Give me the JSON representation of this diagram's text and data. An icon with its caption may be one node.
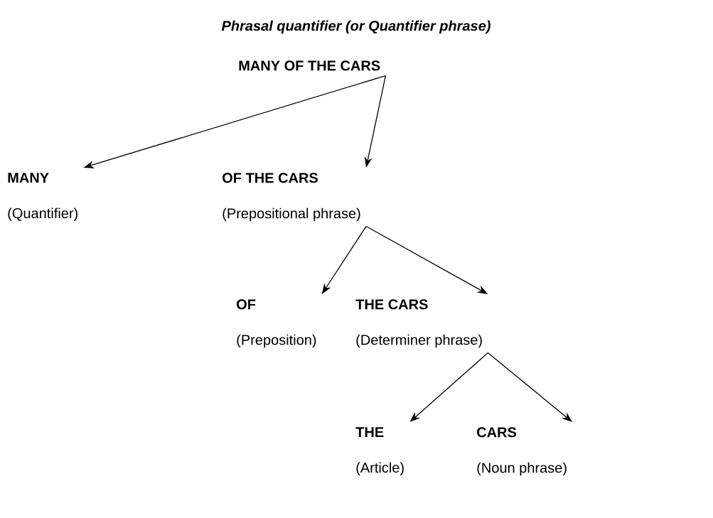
{
  "diagram": {
    "title": "Phrasal quantifier (or Quantifier phrase)",
    "nodes": [
      {
        "text": [
          "MANY OF THE CARS"
        ]
      },
      {
        "text": [
          "MANY",
          "(Quantifier)"
        ]
      },
      {
        "text": [
          "OF THE CARS",
          "(Prepositional phrase)"
        ]
      },
      {
        "text": [
          "OF",
          "(Preposition)"
        ]
      },
      {
        "text": [
          "THE CARS",
          "(Determiner phrase)"
        ]
      },
      {
        "text": [
          "THE",
          "(Article)"
        ]
      },
      {
        "text": [
          "CARS",
          "(Noun phrase)"
        ]
      }
    ],
    "edges": [
      {
        "from": 0,
        "to": 1,
        "arrow": "to"
      },
      {
        "from": 0,
        "to": 2,
        "arrow": "to"
      },
      {
        "from": 2,
        "to": 3,
        "arrow": "to"
      },
      {
        "from": 2,
        "to": 4,
        "arrow": "to"
      },
      {
        "from": 4,
        "to": 5,
        "arrow": "to"
      },
      {
        "from": 4,
        "to": 6,
        "arrow": "to"
      }
    ]
  }
}
